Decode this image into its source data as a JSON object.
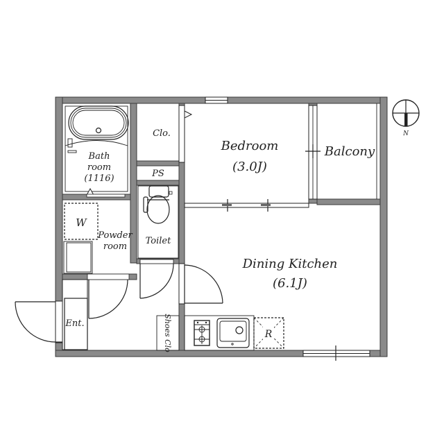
{
  "plan": {
    "rooms": {
      "bathroom": {
        "line1": "Bath",
        "line2": "room",
        "line3": "(1116)"
      },
      "closet": {
        "label": "Clo."
      },
      "ps": {
        "label": "PS"
      },
      "bedroom": {
        "name": "Bedroom",
        "size": "(3.0J)"
      },
      "balcony": {
        "label": "Balcony"
      },
      "powder_room": {
        "line1": "Powder",
        "line2": "room"
      },
      "washer": {
        "label": "W"
      },
      "toilet": {
        "label": "Toilet"
      },
      "entrance": {
        "label": "Ent."
      },
      "shoes_closet": {
        "label": "Shoes Clo"
      },
      "dining_kitchen": {
        "name": "Dining Kitchen",
        "size": "(6.1J)"
      },
      "refrigerator": {
        "label": "R"
      }
    },
    "compass": {
      "north_label": "N"
    },
    "colors": {
      "wall": "#8a8a8a",
      "line": "#222222",
      "background": "#ffffff"
    }
  }
}
